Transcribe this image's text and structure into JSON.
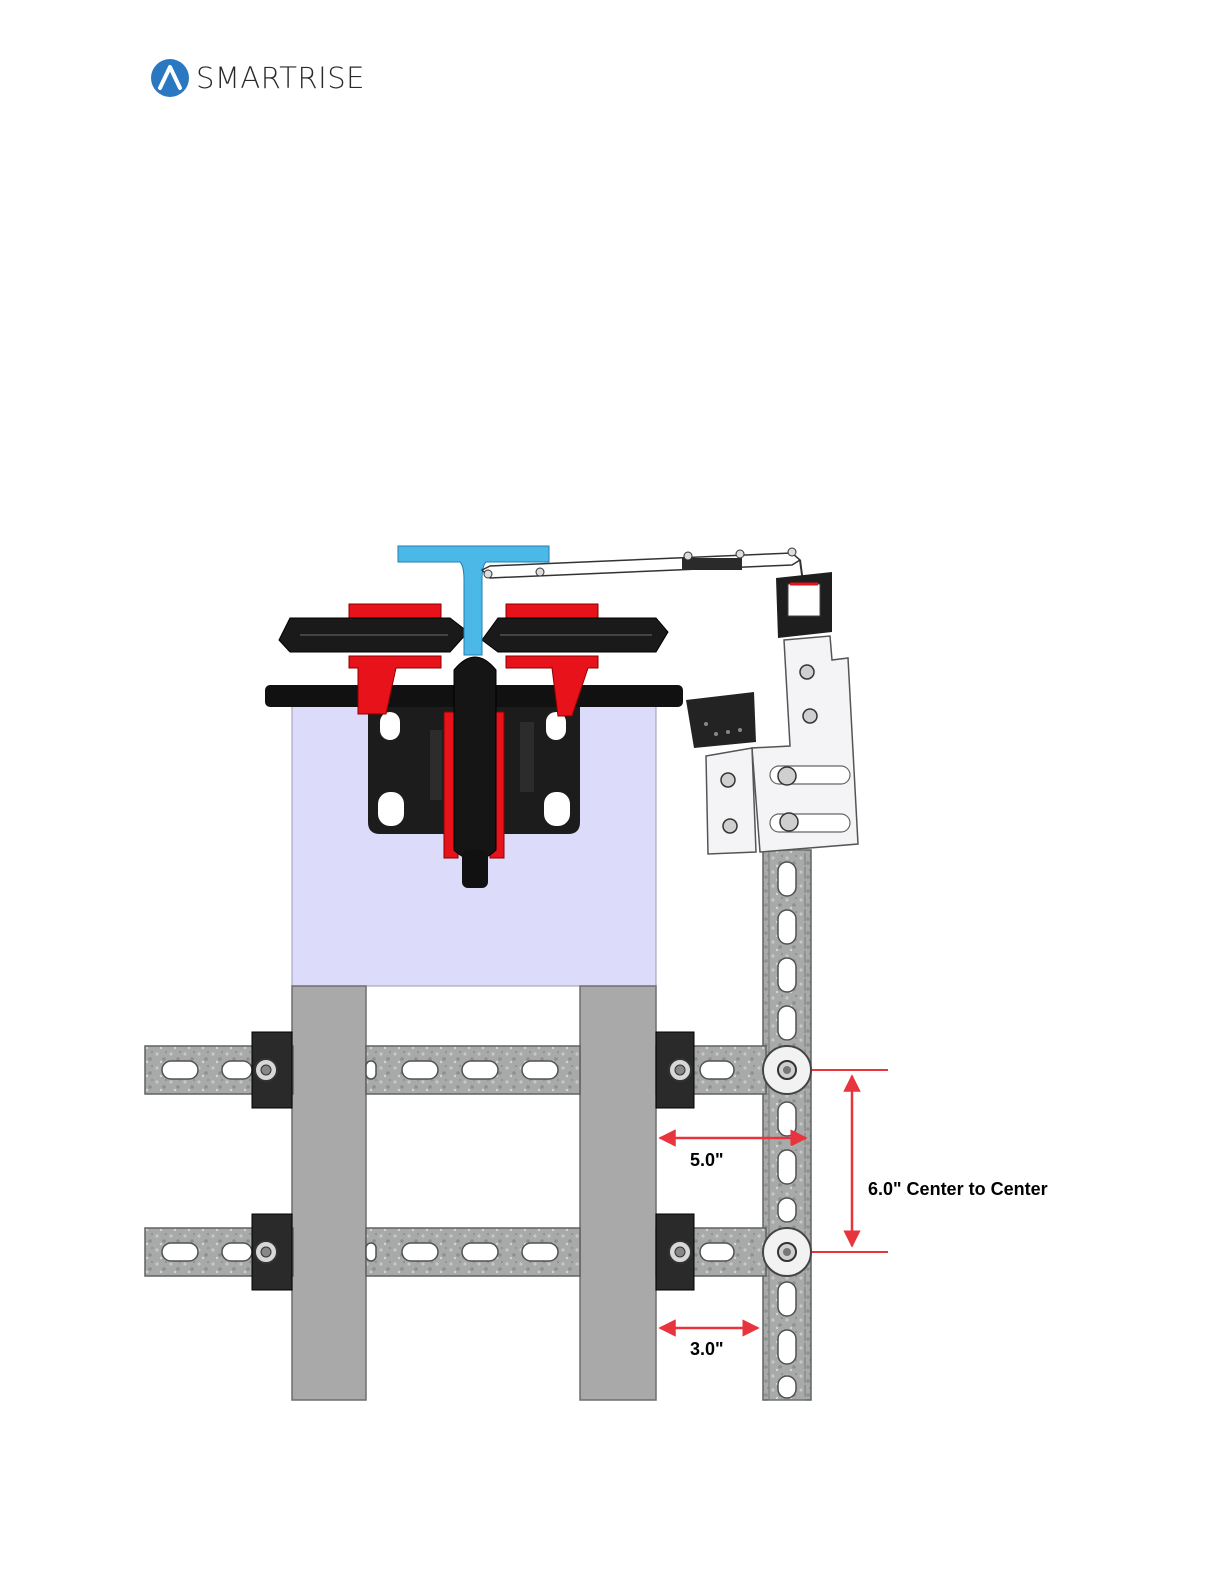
{
  "header": {
    "brand_name": "SMARTRISE",
    "logo_icon": "smartrise-a-logo-icon",
    "brand_color": "#2a78c2"
  },
  "diagram": {
    "dimensions": {
      "center_to_center": "6.0\" Center to Center",
      "upper_offset": "5.0\"",
      "lower_offset": "3.0\""
    },
    "colors": {
      "dimension_line": "#e8343c",
      "frame_tint": "#dcdcfa",
      "rail": "#a9a9a9",
      "guide_shoe": "#e8121a",
      "vane": "#4bb8e8",
      "strut": "#a8aaaa"
    }
  }
}
